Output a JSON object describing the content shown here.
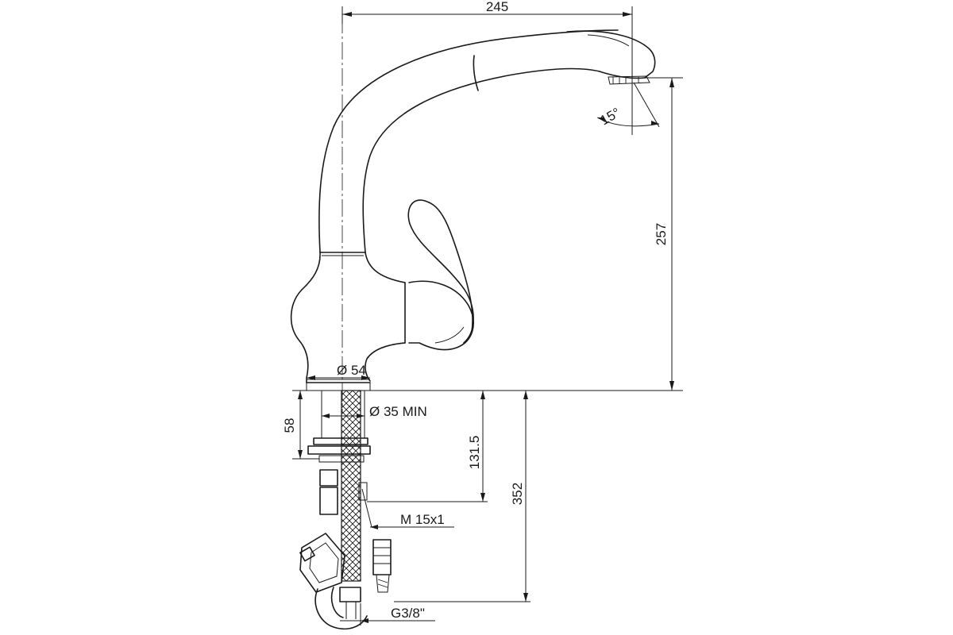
{
  "dimensions": {
    "overall_width": "245",
    "spout_height": "257",
    "base_diameter": "Ø 54",
    "hole_diameter": "Ø 35 MIN",
    "shank_length": "58",
    "connector_depth": "131.5",
    "total_depth": "352",
    "thread": "M  15x1",
    "hose_thread": "G3/8\"",
    "spray_angle": "15°"
  }
}
